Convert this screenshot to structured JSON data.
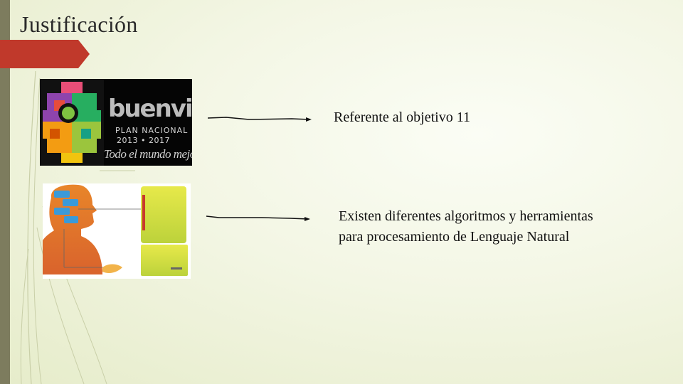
{
  "slide": {
    "title": "Justificación",
    "accent_color": "#c0392b",
    "left_bar_color": "#7d7c5e"
  },
  "logo": {
    "brand_word": "buenvivir",
    "plan": "PLAN NACIONAL",
    "years": "2013 • 2017",
    "tagline": "Todo el mundo mejor"
  },
  "items": [
    {
      "text": "Referente al objetivo 11"
    },
    {
      "lines": [
        "Existen diferentes algoritmos y herramientas",
        "para  procesamiento de Lenguaje Natural"
      ]
    }
  ]
}
